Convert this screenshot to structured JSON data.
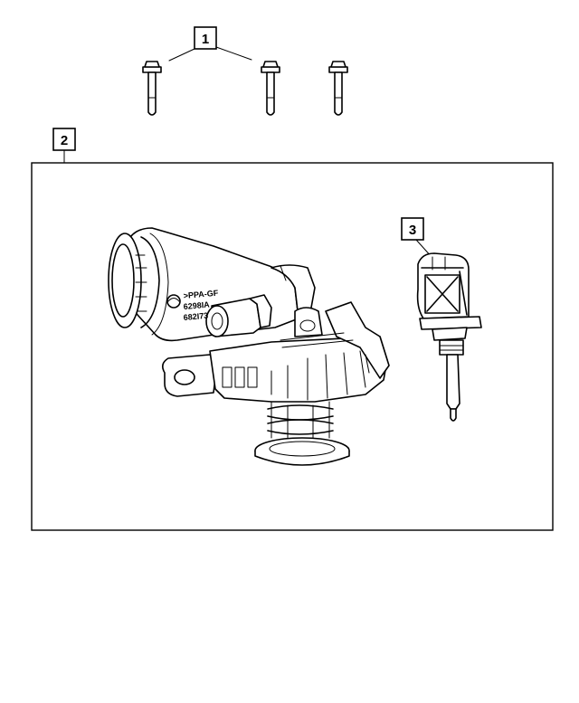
{
  "callouts": [
    {
      "id": "1",
      "label": "1"
    },
    {
      "id": "2",
      "label": "2"
    },
    {
      "id": "3",
      "label": "3"
    }
  ],
  "housing_markings": {
    "line1": ">PPA-GF",
    "line2": "6298IA",
    "line3": "682I73"
  },
  "colors": {
    "line": "#000000",
    "background": "#ffffff"
  }
}
